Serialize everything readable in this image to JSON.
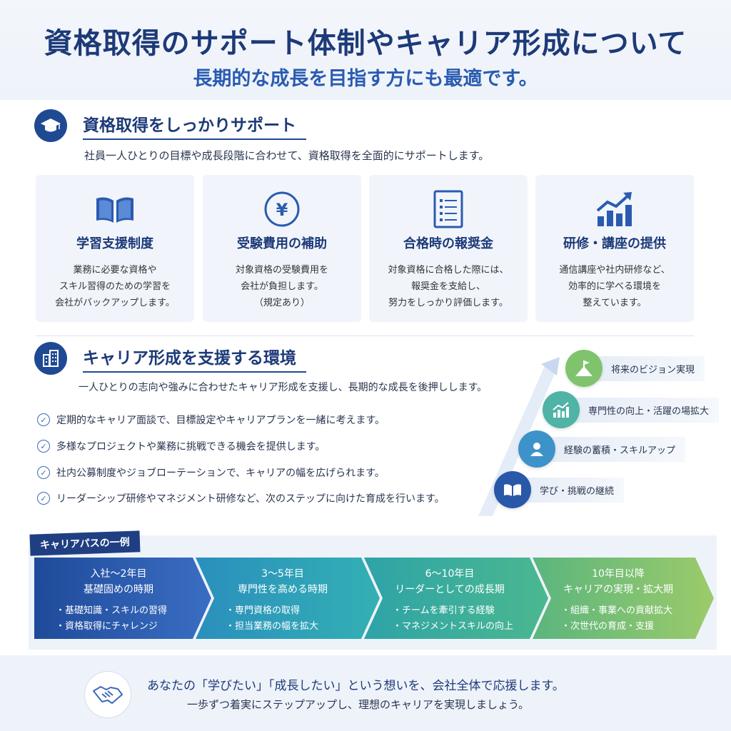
{
  "header": {
    "title": "資格取得のサポート体制やキャリア形成について",
    "subtitle": "長期的な成長を目指す方にも最適です。"
  },
  "section1": {
    "title": "資格取得をしっかりサポート",
    "icon": "graduation-cap-icon",
    "lead": "社員一人ひとりの目標や成長段階に合わせて、資格取得を全面的にサポートします。",
    "cards": [
      {
        "icon": "book-icon",
        "title": "学習支援制度",
        "desc": "業務に必要な資格や\nスキル習得のための学習を\n会社がバックアップします。"
      },
      {
        "icon": "yen-icon",
        "title": "受験費用の補助",
        "desc": "対象資格の受験費用を\n会社が負担します。\n（規定あり）"
      },
      {
        "icon": "document-icon",
        "title": "合格時の報奨金",
        "desc": "対象資格に合格した際には、\n報奨金を支給し、\n努力をしっかり評価します。"
      },
      {
        "icon": "chart-up-icon",
        "title": "研修・講座の提供",
        "desc": "通信講座や社内研修など、\n効率的に学べる環境を\n整えています。"
      }
    ]
  },
  "section2": {
    "title": "キャリア形成を支援する環境",
    "icon": "building-icon",
    "lead": "一人ひとりの志向や強みに合わせたキャリア形成を支援し、長期的な成長を後押しします。",
    "checks": [
      "定期的なキャリア面談で、目標設定やキャリアプランを一緒に考えます。",
      "多様なプロジェクトや業務に挑戦できる機会を提供します。",
      "社内公募制度やジョブローテーションで、キャリアの幅を広げられます。",
      "リーダーシップ研修やマネジメント研修など、次のステップに向けた育成を行います。"
    ],
    "steps": [
      {
        "label": "将来のビジョン実現",
        "icon": "flag-mountain-icon"
      },
      {
        "label": "専門性の向上・活躍の場拡大",
        "icon": "growth-chart-icon"
      },
      {
        "label": "経験の蓄積・スキルアップ",
        "icon": "person-icon"
      },
      {
        "label": "学び・挑戦の継続",
        "icon": "open-book-icon"
      }
    ]
  },
  "career_path": {
    "tag": "キャリアパスの一例",
    "stages": [
      {
        "period": "入社〜2年目",
        "phase": "基礎固めの時期",
        "items": [
          "・基礎知識・スキルの習得",
          "・資格取得にチャレンジ"
        ],
        "color": "#2a58a8"
      },
      {
        "period": "3〜5年目",
        "phase": "専門性を高める時期",
        "items": [
          "・専門資格の取得",
          "・担当業務の幅を拡大"
        ],
        "color": "#2b9ab3"
      },
      {
        "period": "6〜10年目",
        "phase": "リーダーとしての成長期",
        "items": [
          "・チームを牽引する経験",
          "・マネジメントスキルの向上"
        ],
        "color": "#33a89a"
      },
      {
        "period": "10年目以降",
        "phase": "キャリアの実現・拡大期",
        "items": [
          "・組織・事業への貢献拡大",
          "・次世代の育成・支援"
        ],
        "color": "#7dbd6a"
      }
    ]
  },
  "footer": {
    "icon": "handshake-icon",
    "line1": "あなたの「学びたい」「成長したい」という想いを、会社全体で応援します。",
    "line2": "一歩ずつ着実にステップアップし、理想のキャリアを実現しましょう。"
  },
  "colors": {
    "primary": "#1d3a78",
    "accent": "#2a5bb0",
    "band": "#eef3fa"
  }
}
